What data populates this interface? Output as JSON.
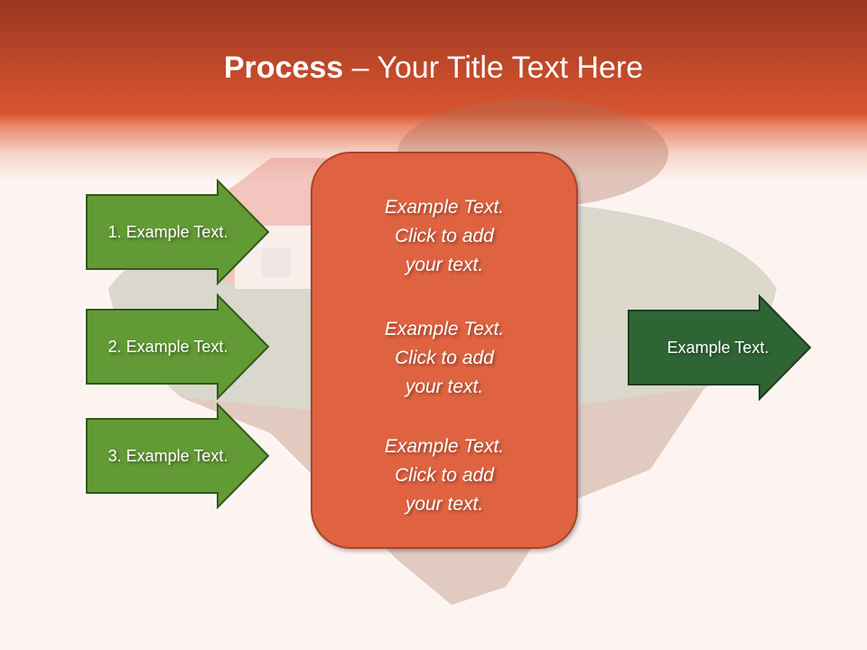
{
  "slide": {
    "title_bold": "Process",
    "title_rest": " – Your Title Text Here"
  },
  "left_arrows": [
    {
      "label": "1. Example Text."
    },
    {
      "label": "2. Example Text."
    },
    {
      "label": "3. Example Text."
    }
  ],
  "center_box": {
    "blocks": [
      {
        "line1": "Example Text.",
        "line2": "Click  to add",
        "line3": "your text."
      },
      {
        "line1": "Example Text.",
        "line2": "Click  to add",
        "line3": "your text."
      },
      {
        "line1": "Example Text.",
        "line2": "Click  to add",
        "line3": "your text."
      }
    ]
  },
  "right_arrow": {
    "label": "Example Text."
  },
  "colors": {
    "header": "#d95530",
    "left_arrow_fill": "#629a35",
    "left_arrow_border": "#2f5a1a",
    "right_arrow_fill": "#2f6534",
    "right_arrow_border": "#1c3e1f",
    "center_box_fill": "#e06341",
    "center_box_border": "#a8442a"
  }
}
